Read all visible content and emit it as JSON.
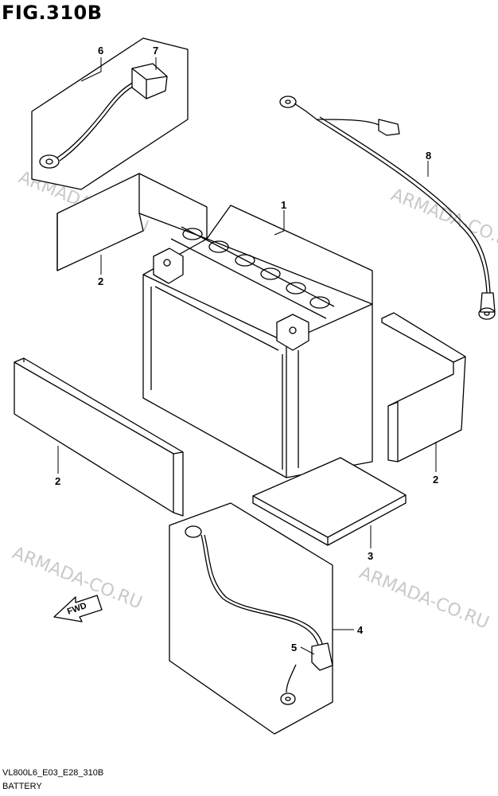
{
  "title": "FIG.310B",
  "callouts": {
    "c1": "1",
    "c2a": "2",
    "c2b": "2",
    "c2c": "2",
    "c3": "3",
    "c4": "4",
    "c5": "5",
    "c6": "6",
    "c7": "7",
    "c8": "8"
  },
  "watermark": {
    "text": "ARMADA-CO.RU"
  },
  "fwd_label": "FWD",
  "footer": {
    "code": "VL800L6_E03_E28_310B",
    "name": "BATTERY"
  }
}
